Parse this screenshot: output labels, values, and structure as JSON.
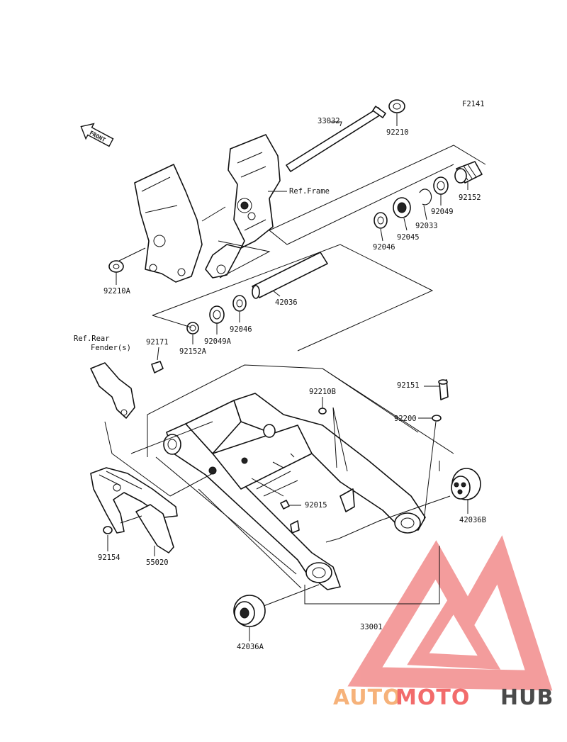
{
  "figure_code": "F2141",
  "front_arrow": {
    "label": "FRONT"
  },
  "labels": {
    "p33032": "33032",
    "p92210": "92210",
    "p92152": "92152",
    "p92049": "92049",
    "p92033": "92033",
    "p92045": "92045",
    "p92046_top": "92046",
    "ref_frame": "Ref.Frame",
    "p92210A": "92210A",
    "p42036": "42036",
    "p92046": "92046",
    "p92049A": "92049A",
    "p92152A": "92152A",
    "ref_rear_fender_1": "Ref.Rear",
    "ref_rear_fender_2": "Fender(s)",
    "p92171": "92171",
    "p92210B": "92210B",
    "p92151": "92151",
    "p92200": "92200",
    "p92015": "92015",
    "p42036B": "42036B",
    "p92154": "92154",
    "p55020": "55020",
    "p33001": "33001",
    "p42036A": "42036A"
  },
  "watermark": {
    "part1": "AUTO",
    "part2": "MOTO",
    "part3": "HUB",
    "color1": "#f6b27a",
    "color2": "#f26b6b",
    "color3": "#4a4a4a",
    "logo_color": "#f07c7c"
  }
}
